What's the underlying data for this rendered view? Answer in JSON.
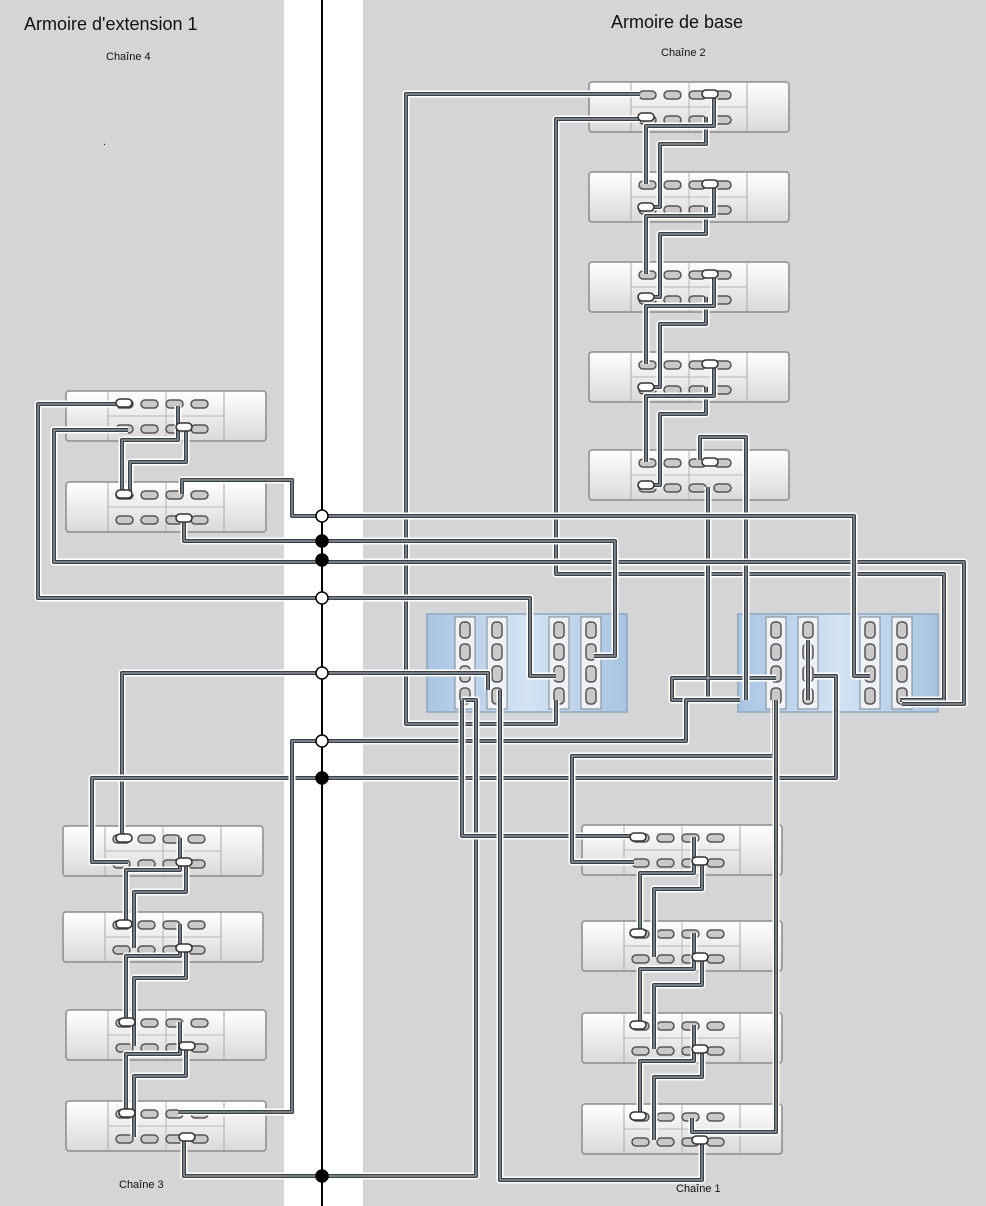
{
  "labels": {
    "left_title": "Armoire d'extension 1",
    "right_title": "Armoire de base",
    "chain4": "Chaîne 4",
    "chain2": "Chaîne 2",
    "chain3": "Chaîne 3",
    "chain1": "Chaîne 1",
    "dot": "."
  },
  "colors": {
    "panel": "#d4d5d6",
    "gap": "#ffffff",
    "cable_outer": "#ffffff",
    "cable_dark": "#3a3f46",
    "cable_mid": "#9aa4ae",
    "shelf": "#eeeeee",
    "controller": "#bcd3ea"
  },
  "shelves": {
    "chain4": 2,
    "chain2": 5,
    "chain3": 4,
    "chain1": 4
  },
  "controllers": 2
}
